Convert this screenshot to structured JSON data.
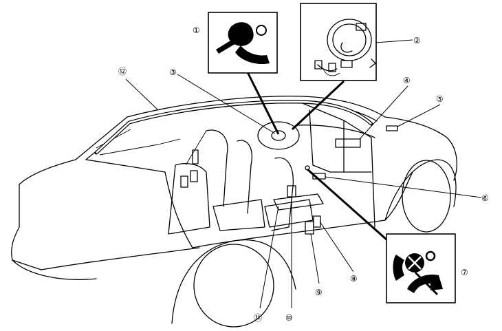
{
  "callouts": [
    {
      "id": "1",
      "label": "①"
    },
    {
      "id": "2",
      "label": "②"
    },
    {
      "id": "3",
      "label": "③"
    },
    {
      "id": "4",
      "label": "④"
    },
    {
      "id": "5",
      "label": "⑤"
    },
    {
      "id": "6",
      "label": "⑥"
    },
    {
      "id": "7",
      "label": "⑦"
    },
    {
      "id": "8",
      "label": "⑧"
    },
    {
      "id": "9",
      "label": "⑨"
    },
    {
      "id": "10",
      "label": "⑩"
    },
    {
      "id": "11",
      "label": "⑪"
    },
    {
      "id": "12",
      "label": "⑫"
    }
  ],
  "insets": [
    {
      "id": "1",
      "icon": "airbag-deploy-icon"
    },
    {
      "id": "2",
      "icon": "clock-spring-icon"
    },
    {
      "id": "7",
      "icon": "airbag-warning-light-icon"
    }
  ]
}
